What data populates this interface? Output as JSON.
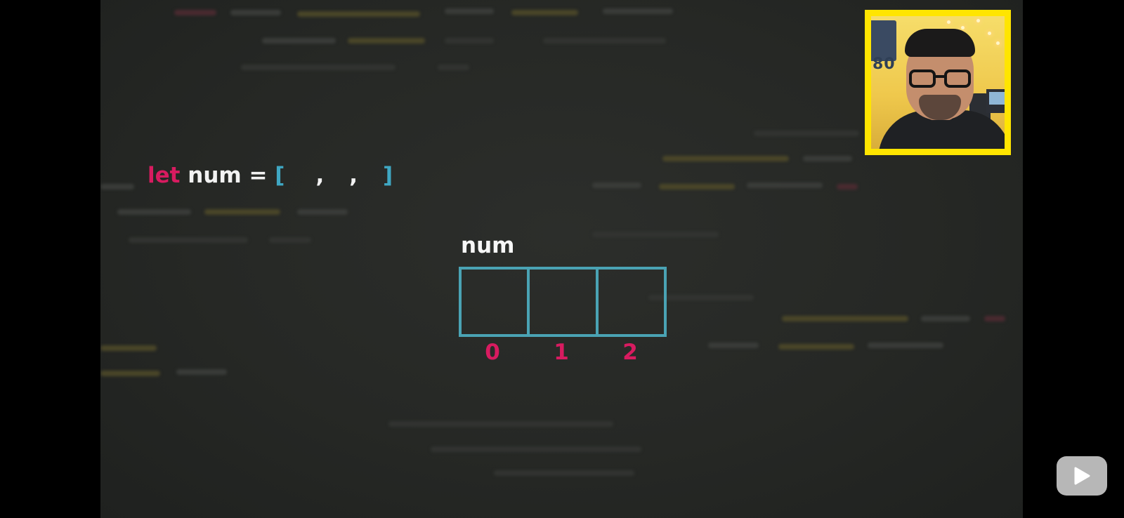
{
  "code": {
    "keyword": "let",
    "statement": " num = ",
    "open_bracket": "[",
    "comma": ",",
    "close_bracket": "]"
  },
  "array_diagram": {
    "variable_name": "num",
    "indices": [
      "0",
      "1",
      "2"
    ],
    "border_color": "#4aa3b4",
    "index_color": "#d81b60"
  },
  "presenter_overlay": {
    "frame_color": "#ffe500",
    "background_sign": "80"
  },
  "controls": {
    "play_icon": "play-icon"
  },
  "colors": {
    "keyword": "#d81b60",
    "bracket": "#3fa7c3",
    "text": "#f2f2f2",
    "background": "#262825"
  }
}
